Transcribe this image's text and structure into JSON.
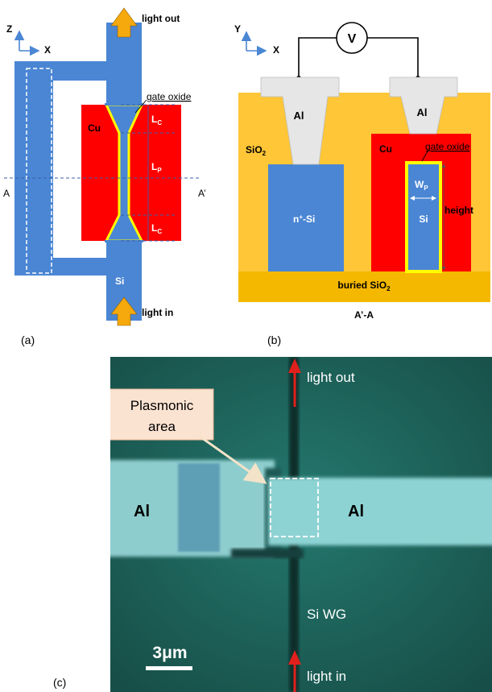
{
  "panel_a": {
    "caption": "(a)",
    "axis_vertical": "Z",
    "axis_horizontal": "X",
    "light_out": "light out",
    "light_in": "light in",
    "gate_oxide": "gate oxide",
    "cu": "Cu",
    "si": "Si",
    "lc_top": {
      "main": "L",
      "sub": "C"
    },
    "lp": {
      "main": "L",
      "sub": "P"
    },
    "lc_bottom": {
      "main": "L",
      "sub": "C"
    },
    "cut_left": "A",
    "cut_right": "A’",
    "colors": {
      "si": "#4a86d4",
      "cu": "#ff0000",
      "oxide": "#ffff00"
    }
  },
  "panel_b": {
    "caption": "(b)",
    "axis_vertical": "Y",
    "axis_horizontal": "X",
    "voltmeter": "V",
    "al_left": "Al",
    "al_right": "Al",
    "sio2": {
      "main": "SiO",
      "sub": "2"
    },
    "cu": "Cu",
    "gate_oxide": "gate oxide",
    "wp": {
      "main": "W",
      "sub": "P"
    },
    "nsi": {
      "main": "n",
      "sup": "+",
      "rest": "-Si"
    },
    "si": "Si",
    "height": "height",
    "buried": {
      "main": "buried SiO",
      "sub": "2"
    },
    "section": "A’-A",
    "colors": {
      "cladding": "#ffc637",
      "buried": "#f5b800",
      "al": "#e6e6e6",
      "si": "#4a86d4",
      "cu": "#ff0000"
    }
  },
  "panel_c": {
    "caption": "(c)",
    "light_out": "light out",
    "light_in": "light in",
    "callout": [
      "Plasmonic",
      "area"
    ],
    "al_left": "Al",
    "al_right": "Al",
    "waveguide": "Si WG",
    "scale_bar": "3μm",
    "colors": {
      "background": "#1f6f66",
      "arrow": "#e0201c",
      "callout_fill": "#fbe3d2"
    }
  }
}
